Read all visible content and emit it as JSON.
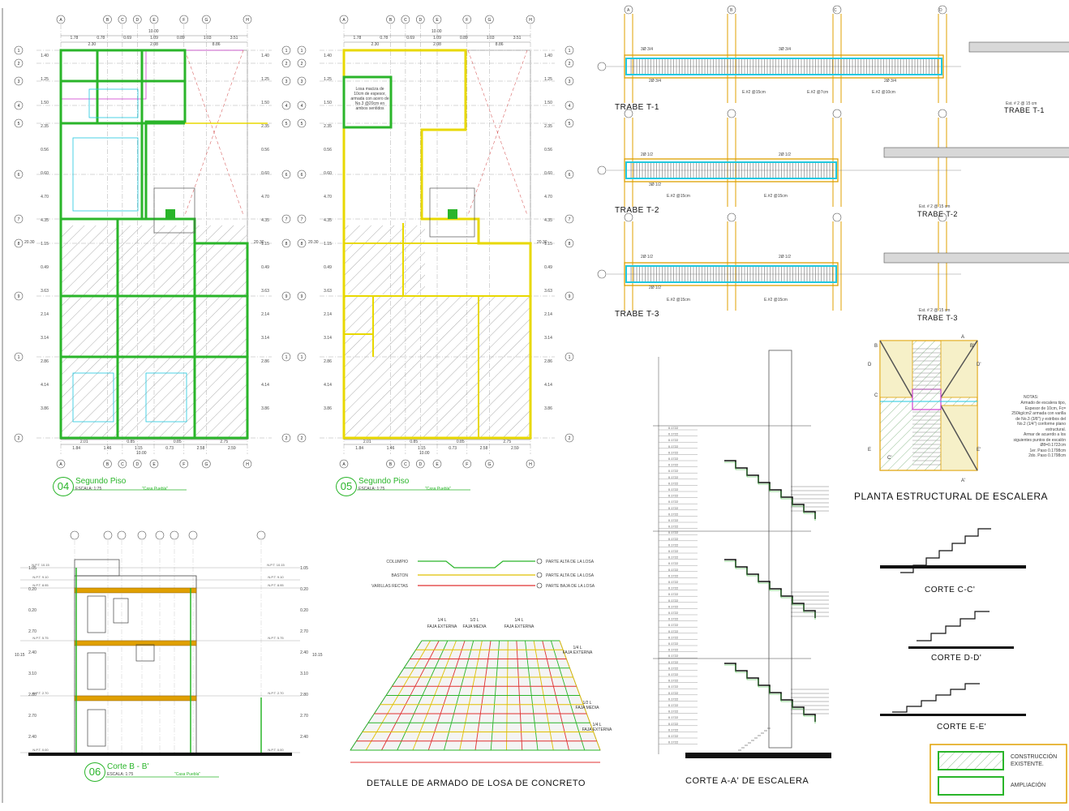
{
  "plans": {
    "segundo": {
      "number": "04",
      "title": "Segundo Piso",
      "scale": "ESCALA: 1:75",
      "project": "\"Casa Puebla\""
    },
    "ampliacion": {
      "number": "05",
      "title": "Segundo Piso",
      "scale": "ESCALA: 1:75",
      "project": "\"Casa Puebla\""
    },
    "corte": {
      "number": "06",
      "title": "Corte B - B'",
      "scale": "ESCALA: 1:75",
      "project": "\"Casa Puebla\""
    }
  },
  "plan_note": "Losa maciza de 10cm de espesor, armada con acero de No.3 @20cm en ambos sentidos",
  "grid": {
    "columns": [
      "A",
      "B",
      "C",
      "D",
      "E",
      "F",
      "G",
      "H"
    ],
    "rows": [
      "1",
      "2",
      "3",
      "4",
      "5",
      "6",
      "7",
      "8",
      "9"
    ]
  },
  "dims": {
    "top1": [
      "1.78",
      "0.78",
      "0.69",
      "1.09",
      "0.89",
      "1.03",
      "3.51"
    ],
    "top2": [
      "2.30",
      "2.08",
      "8.86"
    ],
    "total": "10.00",
    "bottom1": [
      "2.01",
      "0.85",
      "0.85",
      "2.75"
    ],
    "bottom2": [
      "1.84",
      "1.46",
      "1.15",
      "0.73",
      "2.58",
      "2.59"
    ],
    "left": [
      "1.40",
      "1.25",
      "1.50",
      "2.35",
      "0.56",
      "0.60",
      "4.70",
      "4.35",
      "1.15",
      "0.49",
      "3.63",
      "2.14",
      "3.14",
      "2.86",
      "4.14",
      "3.86"
    ],
    "ext": "20.30"
  },
  "beams": [
    {
      "title": "TRABE T-1",
      "section": "TRABE T-1",
      "top_bars": "3Ø 3/4",
      "bottom_bars": "2Ø 3/4",
      "stirrups": [
        "E.#2 @15cm",
        "E.#2 @7cm",
        "E.#2 @10cm"
      ],
      "est": "Est. # 2 @ 15 cm"
    },
    {
      "title": "TRABE T-2",
      "section": "TRABE T-2",
      "top_bars": "2Ø 1/2",
      "bottom_bars": "3Ø 1/2",
      "stirrups": [
        "E.#2 @15cm",
        "E.#2 @15cm"
      ],
      "est": "Est. # 2 @ 15 cm"
    },
    {
      "title": "TRABE T-3",
      "section": "TRABE T-3",
      "top_bars": "2Ø 1/2",
      "bottom_bars": "2Ø 1/2",
      "stirrups": [
        "E.#2 @15cm",
        "E.#2 @15cm"
      ],
      "est": "Est. # 2 @ 15 cm"
    }
  ],
  "beam_cols": [
    "A",
    "B",
    "C",
    "D"
  ],
  "stair": {
    "title": "PLANTA ESTRUCTURAL DE ESCALERA",
    "notes_title": "NOTAS:",
    "notes": [
      "Armado de escalera tipo,",
      "Espesor de 10cm, Fc=",
      "250kg/cm2 armada con varilla",
      "de No.3 (3/8\") y estribos del",
      "No.2 (1/4\") conforme plano",
      "estructural.",
      "Armar de acuerdo a los",
      "siguientes puntos de escalón",
      "Ø8=0.1722cm",
      "1er. Paso 0.1798cm",
      "2do. Paso 0.1798cm"
    ],
    "sections": [
      "CORTE C-C'",
      "CORTE D-D'",
      "CORTE E-E'"
    ],
    "corte_aa": "CORTE A-A' DE ESCALERA",
    "riser": "0.1722",
    "labels": [
      "A",
      "A'",
      "B",
      "B'",
      "C",
      "C'",
      "D",
      "D'",
      "E",
      "E'"
    ]
  },
  "losa": {
    "title": "DETALLE DE ARMADO DE LOSA DE CONCRETO",
    "legend": [
      {
        "name": "COLUMPIO",
        "desc": "PARTE ALTA DE LA LOSA",
        "color": "#2ab52a"
      },
      {
        "name": "BASTON",
        "desc": "PARTE ALTA DE LA LOSA",
        "color": "#e0c000"
      },
      {
        "name": "VARILLAS RECTAS",
        "desc": "PARTE BAJA DE LA LOSA",
        "color": "#e03030"
      }
    ],
    "strips": [
      {
        "frac": "1/4 L",
        "name": "FAJA EXTERNA"
      },
      {
        "frac": "1/2 L",
        "name": "FAJA MEDIA"
      },
      {
        "frac": "1/4 L",
        "name": "FAJA EXTERNA"
      }
    ],
    "side": [
      {
        "frac": "1/4 L",
        "name": "FAJA EXTERNA"
      },
      {
        "frac": "1/2 L",
        "name": "FAJA MEDIA"
      },
      {
        "frac": "1/4 L",
        "name": "FAJA EXTERNA"
      }
    ]
  },
  "section_levels": {
    "left": [
      "1.05",
      "0.20",
      "0.20",
      "2.70",
      "2.40",
      "3.10",
      "2.80",
      "2.70",
      "2.40"
    ],
    "total": "10.15",
    "npt": [
      "N.P.T. 10.15",
      "N.P.T. 9.10",
      "N.P.T. 8.95",
      "N.P.T. 5.75",
      "N.P.T. 2.70",
      "N.P.T. 0.00"
    ]
  },
  "legend": {
    "existing": "CONSTRUCCIÓN EXISTENTE.",
    "ampliacion": "AMPLIACIÓN"
  },
  "colors": {
    "green": "#2ab52a",
    "yellow": "#e8d800",
    "orange": "#e0a000",
    "cyan": "#20c8e0",
    "red": "#e03030",
    "magenta": "#d040d0"
  }
}
